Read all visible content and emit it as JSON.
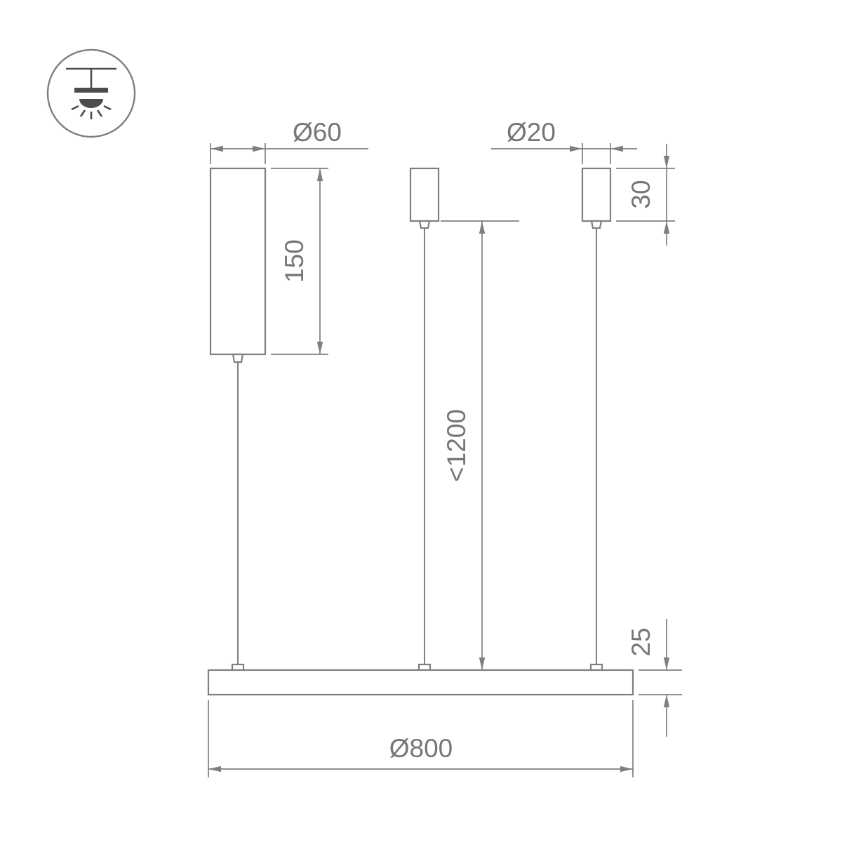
{
  "drawing": {
    "icon": {
      "name": "ceiling-pendant-mount"
    },
    "dimensions": {
      "canopy_diameter": "Ø60",
      "canopy_height": "150",
      "grip_diameter": "Ø20",
      "grip_height": "30",
      "suspension_max_length": "<1200",
      "bar_thickness": "25",
      "bar_diameter": "Ø800"
    },
    "colors": {
      "line": "#7f7f7f",
      "text": "#767676",
      "icon": "#4c4c4c",
      "background": "#ffffff"
    }
  }
}
